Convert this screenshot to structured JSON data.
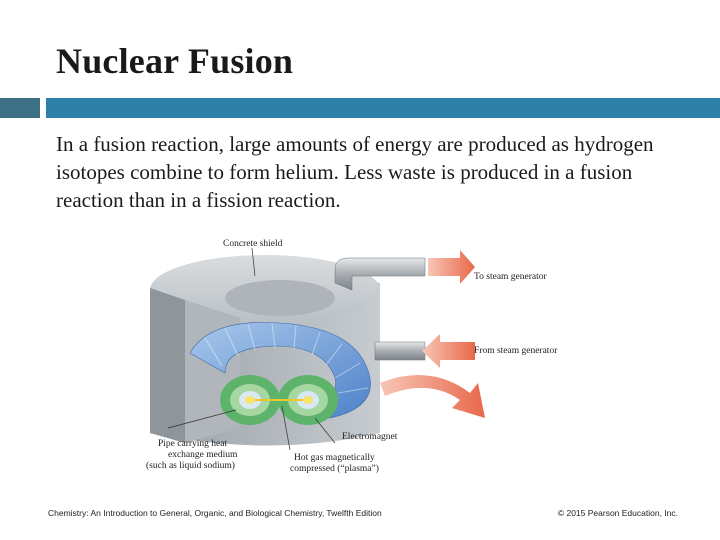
{
  "slide": {
    "title": "Nuclear Fusion",
    "body": "In a fusion reaction, large amounts of energy are produced as hydrogen isotopes combine to form helium. Less waste is produced in a fusion reaction than in a fission reaction.",
    "accent_color": "#2e7fa8"
  },
  "figure": {
    "labels": {
      "concrete_shield": "Concrete shield",
      "to_steam": "To steam generator",
      "from_steam": "From steam generator",
      "pipe_line1": "Pipe carrying heat",
      "pipe_line2": "exchange medium",
      "pipe_line3": "(such as liquid sodium)",
      "electromagnet": "Electromagnet",
      "plasma_line1": "Hot gas magnetically",
      "plasma_line2": "compressed (“plasma”)"
    }
  },
  "footer": {
    "left": "Chemistry: An Introduction to General, Organic, and Biological Chemistry, Twelfth Edition",
    "right": "© 2015 Pearson Education, Inc."
  }
}
